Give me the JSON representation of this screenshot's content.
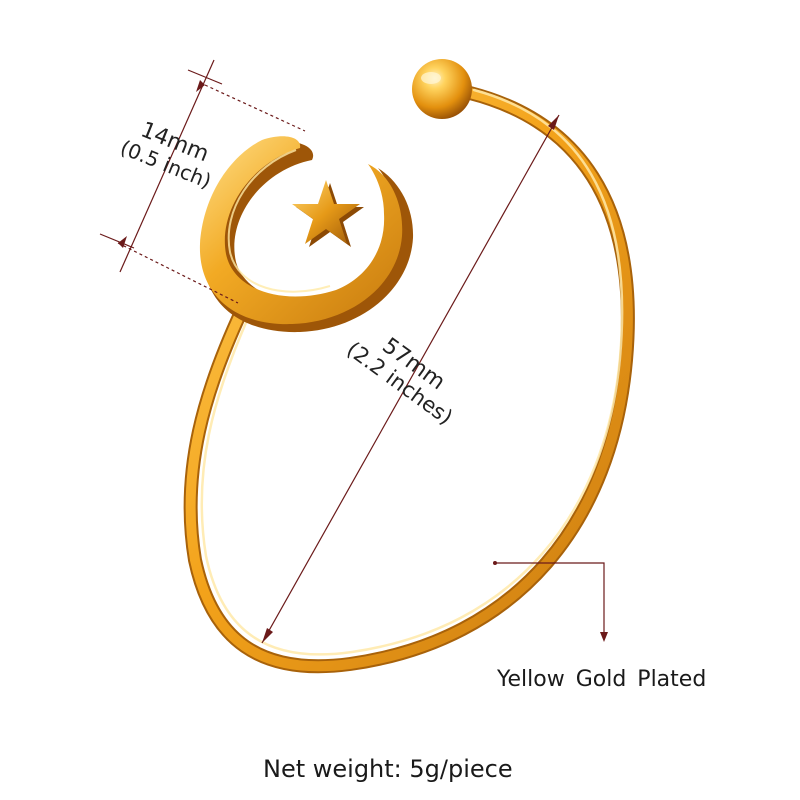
{
  "product": {
    "depiction": "gold bangle cuff with crescent moon and star",
    "colors": {
      "gold_light": "#ffd36a",
      "gold_mid": "#f0a81e",
      "gold_dark": "#b66a0c",
      "gold_shadow": "#7a3f06",
      "dimension_line": "#6b1a1a",
      "background": "#ffffff"
    }
  },
  "dimensions": {
    "pendant": {
      "metric": "14mm",
      "imperial": "(0.5 inch)"
    },
    "bangle": {
      "metric": "57mm",
      "imperial": "(2.2 inches)"
    }
  },
  "material_label": "Yellow Gold Plated",
  "weight_caption": "Net weight: 5g/piece"
}
